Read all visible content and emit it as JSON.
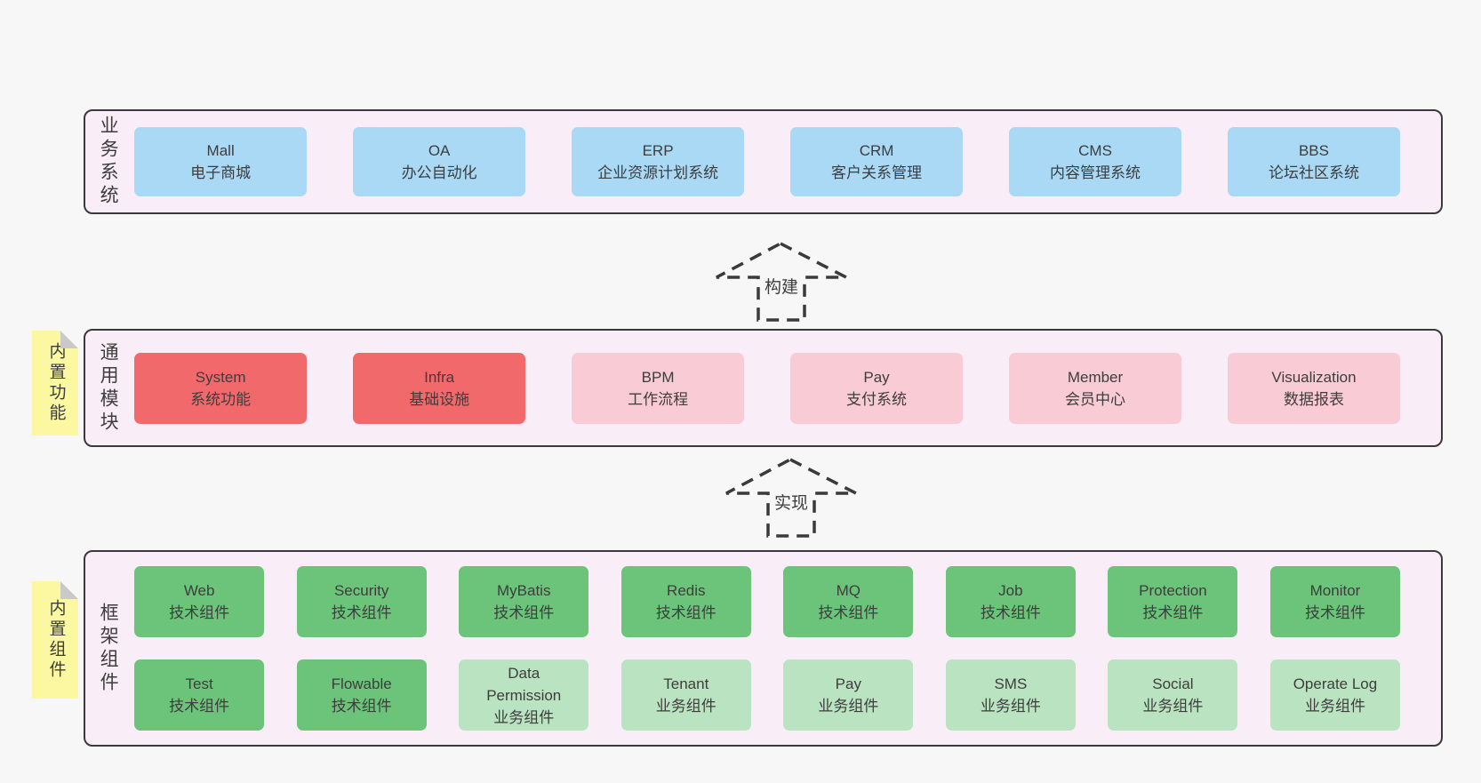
{
  "colors": {
    "page_bg": "#f7f7f7",
    "band_bg": "#f9edf7",
    "band_border": "#3a3a3a",
    "blue_box": "#a9d9f5",
    "red_box": "#f2696c",
    "pink_box": "#f9cbd4",
    "green_box": "#6cc47a",
    "light_green_box": "#bae3c1",
    "sticky_yellow": "#fbf8a1",
    "sticky_fold": "#c9c9c9",
    "text": "#3d3d3d"
  },
  "arrows": {
    "build": "构建",
    "implement": "实现"
  },
  "bands": {
    "business": {
      "label": "业务系统",
      "boxes": [
        {
          "title": "Mall",
          "subtitle": "电子商城",
          "type": "blue"
        },
        {
          "title": "OA",
          "subtitle": "办公自动化",
          "type": "blue"
        },
        {
          "title": "ERP",
          "subtitle": "企业资源计划系统",
          "type": "blue"
        },
        {
          "title": "CRM",
          "subtitle": "客户关系管理",
          "type": "blue"
        },
        {
          "title": "CMS",
          "subtitle": "内容管理系统",
          "type": "blue"
        },
        {
          "title": "BBS",
          "subtitle": "论坛社区系统",
          "type": "blue"
        }
      ]
    },
    "modules": {
      "label": "通用模块",
      "sticky": "内置功能",
      "boxes": [
        {
          "title": "System",
          "subtitle": "系统功能",
          "type": "red"
        },
        {
          "title": "Infra",
          "subtitle": "基础设施",
          "type": "red"
        },
        {
          "title": "BPM",
          "subtitle": "工作流程",
          "type": "pink"
        },
        {
          "title": "Pay",
          "subtitle": "支付系统",
          "type": "pink"
        },
        {
          "title": "Member",
          "subtitle": "会员中心",
          "type": "pink"
        },
        {
          "title": "Visualization",
          "subtitle": "数据报表",
          "type": "pink"
        }
      ]
    },
    "components": {
      "label": "框架组件",
      "sticky": "内置组件",
      "row1": [
        {
          "title": "Web",
          "subtitle": "技术组件",
          "type": "green"
        },
        {
          "title": "Security",
          "subtitle": "技术组件",
          "type": "green"
        },
        {
          "title": "MyBatis",
          "subtitle": "技术组件",
          "type": "green"
        },
        {
          "title": "Redis",
          "subtitle": "技术组件",
          "type": "green"
        },
        {
          "title": "MQ",
          "subtitle": "技术组件",
          "type": "green"
        },
        {
          "title": "Job",
          "subtitle": "技术组件",
          "type": "green"
        },
        {
          "title": "Protection",
          "subtitle": "技术组件",
          "type": "green"
        },
        {
          "title": "Monitor",
          "subtitle": "技术组件",
          "type": "green"
        }
      ],
      "row2": [
        {
          "title": "Test",
          "subtitle": "技术组件",
          "type": "green"
        },
        {
          "title": "Flowable",
          "subtitle": "技术组件",
          "type": "green"
        },
        {
          "title": "Data Permission",
          "subtitle": "业务组件",
          "type": "green-light"
        },
        {
          "title": "Tenant",
          "subtitle": "业务组件",
          "type": "green-light"
        },
        {
          "title": "Pay",
          "subtitle": "业务组件",
          "type": "green-light"
        },
        {
          "title": "SMS",
          "subtitle": "业务组件",
          "type": "green-light"
        },
        {
          "title": "Social",
          "subtitle": "业务组件",
          "type": "green-light"
        },
        {
          "title": "Operate Log",
          "subtitle": "业务组件",
          "type": "green-light"
        }
      ]
    }
  }
}
